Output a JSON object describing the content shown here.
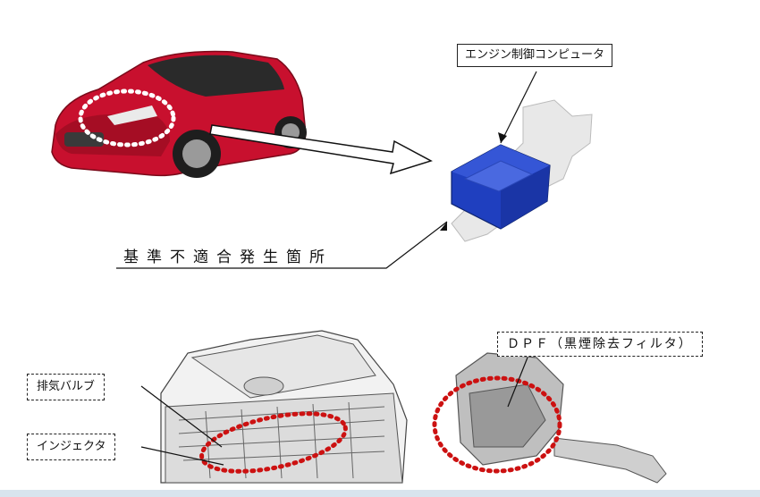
{
  "labels": {
    "ecu": "エンジン制御コンピュータ",
    "site": "基準不適合発生箇所",
    "dpf": "ＤＰＦ（黒煙除去フィルタ）",
    "exhaust_valve": "排気バルブ",
    "injector": "インジェクタ"
  },
  "colors": {
    "car_body": "#c8102e",
    "ecu_blue": "#1f3fbf",
    "highlight_dots": "#cc1111"
  }
}
